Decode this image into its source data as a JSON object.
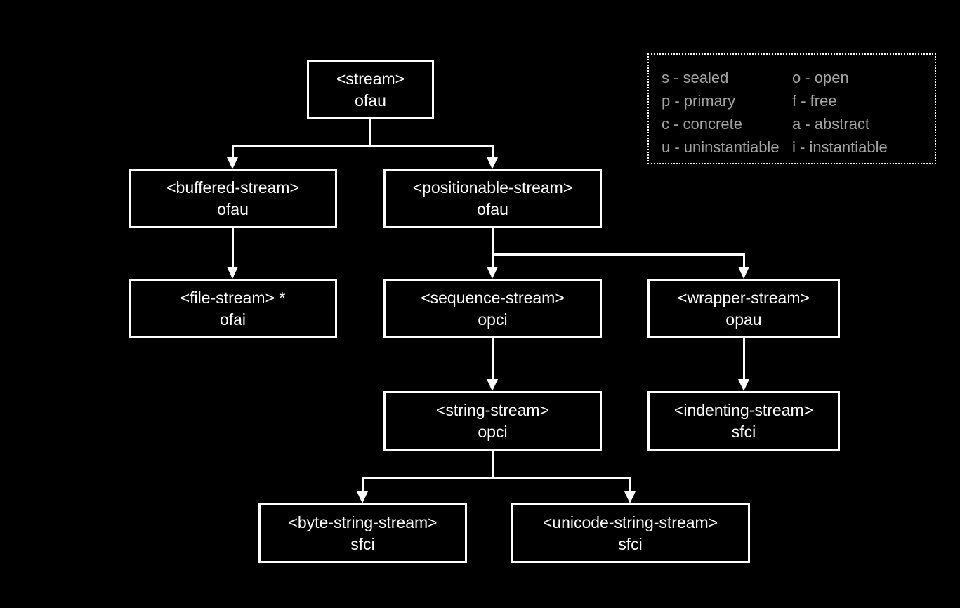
{
  "colors": {
    "background": "#000000",
    "node_border": "#ffffff",
    "node_text": "#ffffff",
    "connector": "#ffffff",
    "legend_text": "#a3a3a3",
    "legend_border": "#ffffff"
  },
  "nodes": [
    {
      "id": "stream",
      "label": "<stream>",
      "modifiers": "ofau"
    },
    {
      "id": "buffered-stream",
      "label": "<buffered-stream>",
      "modifiers": "ofau"
    },
    {
      "id": "positionable-stream",
      "label": "<positionable-stream>",
      "modifiers": "ofau"
    },
    {
      "id": "file-stream",
      "label": "<file-stream> *",
      "modifiers": "ofai"
    },
    {
      "id": "sequence-stream",
      "label": "<sequence-stream>",
      "modifiers": "opci"
    },
    {
      "id": "wrapper-stream",
      "label": "<wrapper-stream>",
      "modifiers": "opau"
    },
    {
      "id": "string-stream",
      "label": "<string-stream>",
      "modifiers": "opci"
    },
    {
      "id": "indenting-stream",
      "label": "<indenting-stream>",
      "modifiers": "sfci"
    },
    {
      "id": "byte-string-stream",
      "label": "<byte-string-stream>",
      "modifiers": "sfci"
    },
    {
      "id": "unicode-string-stream",
      "label": "<unicode-string-stream>",
      "modifiers": "sfci"
    }
  ],
  "edges": [
    {
      "from": "stream",
      "to": "buffered-stream"
    },
    {
      "from": "stream",
      "to": "positionable-stream"
    },
    {
      "from": "buffered-stream",
      "to": "file-stream"
    },
    {
      "from": "positionable-stream",
      "to": "sequence-stream"
    },
    {
      "from": "positionable-stream",
      "to": "wrapper-stream"
    },
    {
      "from": "sequence-stream",
      "to": "string-stream"
    },
    {
      "from": "wrapper-stream",
      "to": "indenting-stream"
    },
    {
      "from": "string-stream",
      "to": "byte-string-stream"
    },
    {
      "from": "string-stream",
      "to": "unicode-string-stream"
    }
  ],
  "legend": {
    "items": [
      {
        "text": "s - sealed"
      },
      {
        "text": "o - open"
      },
      {
        "text": "p - primary"
      },
      {
        "text": "f - free"
      },
      {
        "text": "c - concrete"
      },
      {
        "text": "a - abstract"
      },
      {
        "text": "u - uninstantiable"
      },
      {
        "text": "i - instantiable"
      }
    ]
  }
}
